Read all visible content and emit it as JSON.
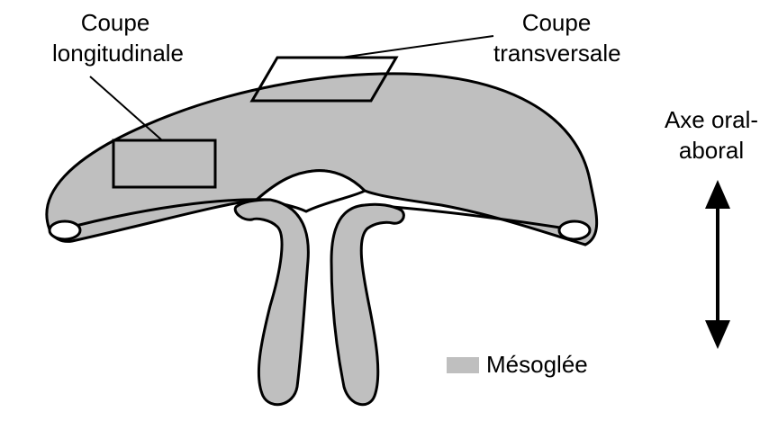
{
  "labels": {
    "longitudinal": {
      "line1": "Coupe",
      "line2": "longitudinale"
    },
    "transverse": {
      "line1": "Coupe",
      "line2": "transversale"
    },
    "axis": {
      "line1": "Axe oral-",
      "line2": "aboral"
    }
  },
  "legend": {
    "label": "Mésoglée",
    "color": "#bfbfbf"
  },
  "colors": {
    "mesoglea": "#bfbfbf",
    "stroke": "#000000",
    "background": "#ffffff"
  }
}
